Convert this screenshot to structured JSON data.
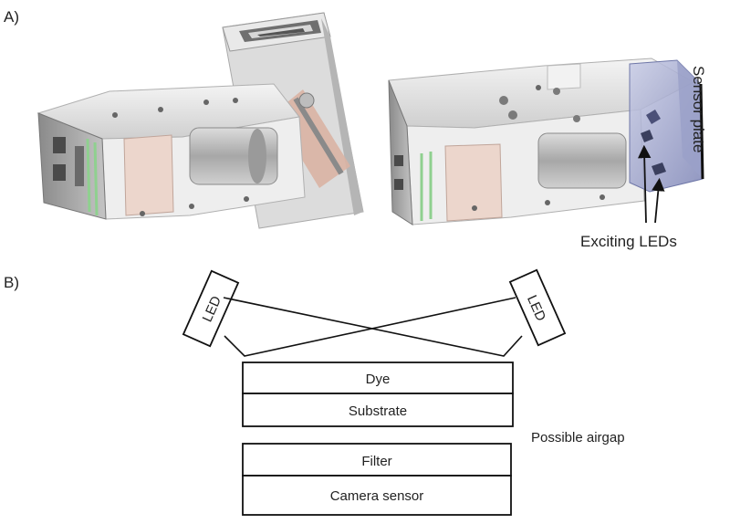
{
  "panels": {
    "a": {
      "label": "A)"
    },
    "b": {
      "label": "B)"
    }
  },
  "render": {
    "label_sensor_plate": "Sensor plate",
    "label_exciting_leds": "Exciting LEDs"
  },
  "schematic": {
    "led_left": "LED",
    "led_right": "LED",
    "layer_dye": "Dye",
    "layer_substrate": "Substrate",
    "label_airgap": "Possible airgap",
    "layer_filter": "Filter",
    "layer_camera_sensor": "Camera sensor"
  }
}
